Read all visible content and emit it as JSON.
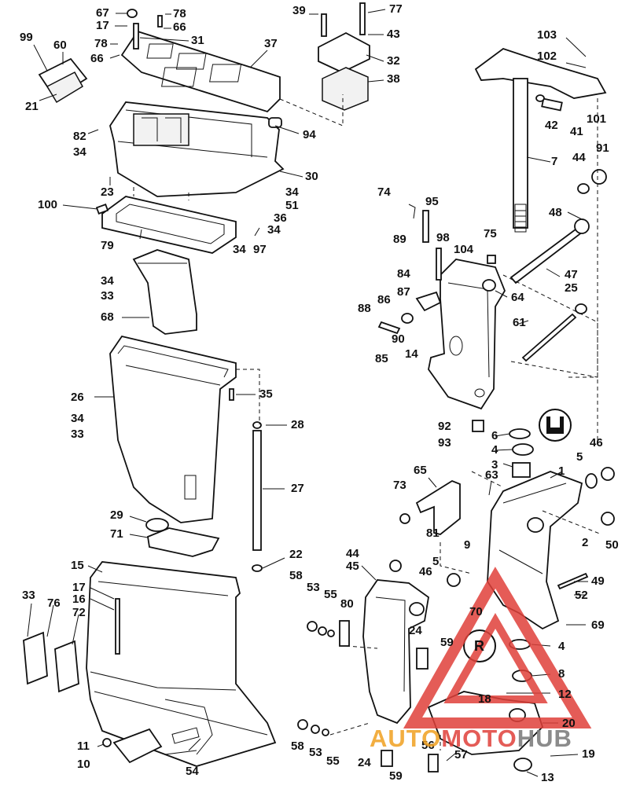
{
  "diagram": {
    "callouts": [
      {
        "id": "c67",
        "text": "67"
      },
      {
        "id": "c78a",
        "text": "78"
      },
      {
        "id": "c17a",
        "text": "17"
      },
      {
        "id": "c66a",
        "text": "66"
      },
      {
        "id": "c78b",
        "text": "78"
      },
      {
        "id": "c31",
        "text": "31"
      },
      {
        "id": "c66b",
        "text": "66"
      },
      {
        "id": "c99",
        "text": "99"
      },
      {
        "id": "c60",
        "text": "60"
      },
      {
        "id": "c21",
        "text": "21"
      },
      {
        "id": "c37",
        "text": "37"
      },
      {
        "id": "c39",
        "text": "39"
      },
      {
        "id": "c77",
        "text": "77"
      },
      {
        "id": "c43",
        "text": "43"
      },
      {
        "id": "c32",
        "text": "32"
      },
      {
        "id": "c38",
        "text": "38"
      },
      {
        "id": "c103",
        "text": "103"
      },
      {
        "id": "c102",
        "text": "102"
      },
      {
        "id": "c42",
        "text": "42"
      },
      {
        "id": "c41",
        "text": "41"
      },
      {
        "id": "c101",
        "text": "101"
      },
      {
        "id": "c82",
        "text": "82"
      },
      {
        "id": "c34a",
        "text": "34"
      },
      {
        "id": "c94",
        "text": "94"
      },
      {
        "id": "c7",
        "text": "7"
      },
      {
        "id": "c44a",
        "text": "44"
      },
      {
        "id": "c91",
        "text": "91"
      },
      {
        "id": "c30",
        "text": "30"
      },
      {
        "id": "c23",
        "text": "23"
      },
      {
        "id": "c34b",
        "text": "34"
      },
      {
        "id": "c36",
        "text": "36"
      },
      {
        "id": "c51",
        "text": "51"
      },
      {
        "id": "c100",
        "text": "100"
      },
      {
        "id": "c34c",
        "text": "34"
      },
      {
        "id": "c74",
        "text": "74"
      },
      {
        "id": "c95",
        "text": "95"
      },
      {
        "id": "c48",
        "text": "48"
      },
      {
        "id": "c79",
        "text": "79"
      },
      {
        "id": "c34d",
        "text": "34"
      },
      {
        "id": "c97",
        "text": "97"
      },
      {
        "id": "c89",
        "text": "89"
      },
      {
        "id": "c98",
        "text": "98"
      },
      {
        "id": "c104",
        "text": "104"
      },
      {
        "id": "c75",
        "text": "75"
      },
      {
        "id": "c47",
        "text": "47"
      },
      {
        "id": "c34e",
        "text": "34"
      },
      {
        "id": "c33a",
        "text": "33"
      },
      {
        "id": "c84",
        "text": "84"
      },
      {
        "id": "c87",
        "text": "87"
      },
      {
        "id": "c64",
        "text": "64"
      },
      {
        "id": "c25",
        "text": "25"
      },
      {
        "id": "c68",
        "text": "68"
      },
      {
        "id": "c88",
        "text": "88"
      },
      {
        "id": "c86",
        "text": "86"
      },
      {
        "id": "c61",
        "text": "61"
      },
      {
        "id": "c90",
        "text": "90"
      },
      {
        "id": "c14",
        "text": "14"
      },
      {
        "id": "c85",
        "text": "85"
      },
      {
        "id": "c26",
        "text": "26"
      },
      {
        "id": "c35",
        "text": "35"
      },
      {
        "id": "c34f",
        "text": "34"
      },
      {
        "id": "c28",
        "text": "28"
      },
      {
        "id": "c33b",
        "text": "33"
      },
      {
        "id": "c92",
        "text": "92"
      },
      {
        "id": "c6",
        "text": "6"
      },
      {
        "id": "c93",
        "text": "93"
      },
      {
        "id": "c4a",
        "text": "4"
      },
      {
        "id": "c46a",
        "text": "46"
      },
      {
        "id": "c5a",
        "text": "5"
      },
      {
        "id": "c3",
        "text": "3"
      },
      {
        "id": "c1",
        "text": "1"
      },
      {
        "id": "c65",
        "text": "65"
      },
      {
        "id": "c63",
        "text": "63"
      },
      {
        "id": "c27",
        "text": "27"
      },
      {
        "id": "c73",
        "text": "73"
      },
      {
        "id": "c29",
        "text": "29"
      },
      {
        "id": "c81",
        "text": "81"
      },
      {
        "id": "c9",
        "text": "9"
      },
      {
        "id": "c2",
        "text": "2"
      },
      {
        "id": "c50",
        "text": "50"
      },
      {
        "id": "c71",
        "text": "71"
      },
      {
        "id": "c22",
        "text": "22"
      },
      {
        "id": "c15",
        "text": "15"
      },
      {
        "id": "c44b",
        "text": "44"
      },
      {
        "id": "c45",
        "text": "45"
      },
      {
        "id": "c58a",
        "text": "58"
      },
      {
        "id": "c5b",
        "text": "5"
      },
      {
        "id": "c46b",
        "text": "46"
      },
      {
        "id": "c53a",
        "text": "53"
      },
      {
        "id": "c55a",
        "text": "55"
      },
      {
        "id": "c80",
        "text": "80"
      },
      {
        "id": "c49",
        "text": "49"
      },
      {
        "id": "c52",
        "text": "52"
      },
      {
        "id": "c33c",
        "text": "33"
      },
      {
        "id": "c76",
        "text": "76"
      },
      {
        "id": "c17b",
        "text": "17"
      },
      {
        "id": "c16",
        "text": "16"
      },
      {
        "id": "c72",
        "text": "72"
      },
      {
        "id": "c70",
        "text": "70"
      },
      {
        "id": "c69",
        "text": "69"
      },
      {
        "id": "c24a",
        "text": "24"
      },
      {
        "id": "c59a",
        "text": "59"
      },
      {
        "id": "c4b",
        "text": "4"
      },
      {
        "id": "c8",
        "text": "8"
      },
      {
        "id": "c12",
        "text": "12"
      },
      {
        "id": "c18",
        "text": "18"
      },
      {
        "id": "c20",
        "text": "20"
      },
      {
        "id": "c11",
        "text": "11"
      },
      {
        "id": "c58b",
        "text": "58"
      },
      {
        "id": "c53b",
        "text": "53"
      },
      {
        "id": "c56",
        "text": "56"
      },
      {
        "id": "c19",
        "text": "19"
      },
      {
        "id": "c10",
        "text": "10"
      },
      {
        "id": "c54",
        "text": "54"
      },
      {
        "id": "c55b",
        "text": "55"
      },
      {
        "id": "c24b",
        "text": "24"
      },
      {
        "id": "c57",
        "text": "57"
      },
      {
        "id": "c59b",
        "text": "59"
      },
      {
        "id": "c13",
        "text": "13"
      }
    ],
    "symbols": {
      "upper": {
        "icon": "grease-fitting-icon",
        "letter": ""
      },
      "lower": {
        "icon": "lubricant-symbol-icon",
        "letter": "R"
      }
    }
  },
  "watermark": {
    "part1": "AUTO",
    "part2": "MOTO",
    "part3": "HUB",
    "color_orange": "#f0a020",
    "color_gray": "#7f7f7f",
    "color_red": "#e0403a"
  }
}
